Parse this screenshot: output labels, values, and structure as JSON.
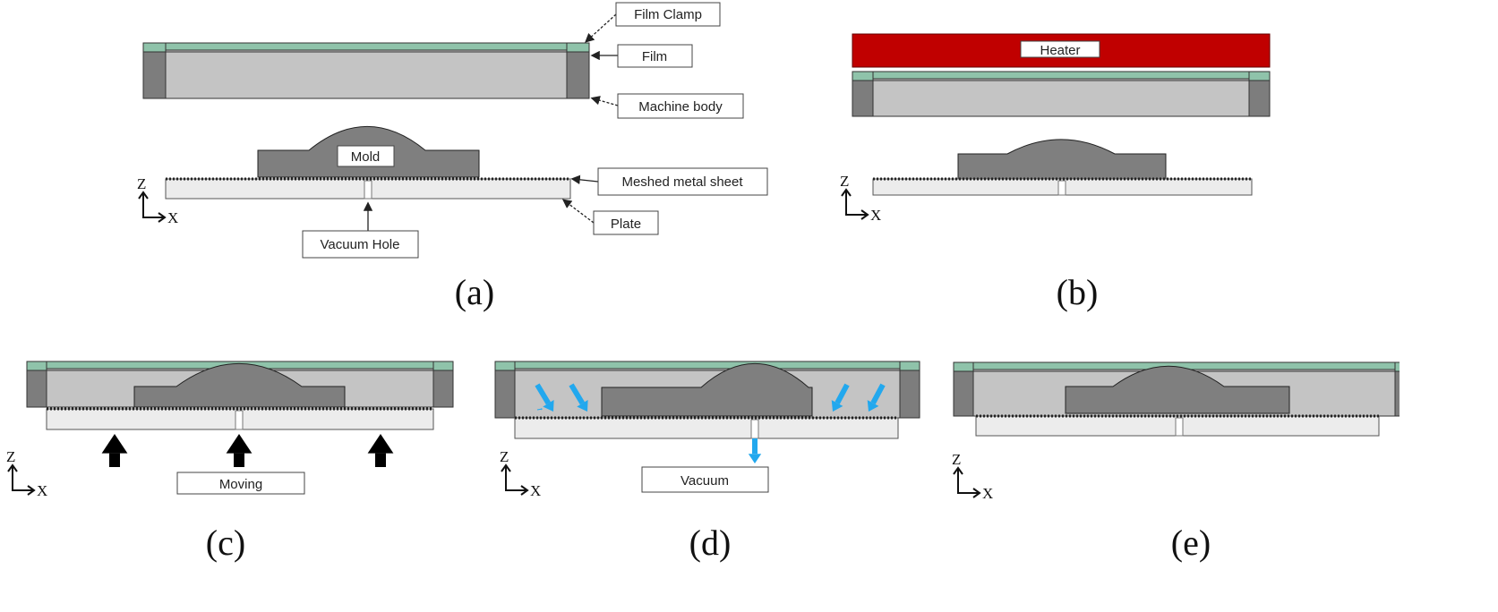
{
  "panels": {
    "a": {
      "caption": "(a)",
      "labels": {
        "film_clamp": "Film Clamp",
        "film": "Film",
        "machine_body": "Machine body",
        "mold": "Mold",
        "meshed_metal_sheet": "Meshed metal sheet",
        "plate": "Plate",
        "vacuum_hole": "Vacuum Hole"
      }
    },
    "b": {
      "caption": "(b)",
      "labels": {
        "heater": "Heater"
      }
    },
    "c": {
      "caption": "(c)",
      "labels": {
        "moving": "Moving"
      }
    },
    "d": {
      "caption": "(d)",
      "labels": {
        "vacuum": "Vacuum"
      }
    },
    "e": {
      "caption": "(e)"
    }
  },
  "axes": {
    "z": "Z",
    "x": "X"
  },
  "colors": {
    "film": "#8fc3aa",
    "body": "#c4c4c4",
    "clamp": "#7d7d7d",
    "mold": "#7f7f7f",
    "plate": "#ececec",
    "heater": "#c00000",
    "air_flow": "#22a8ee",
    "motion": "#000000"
  }
}
